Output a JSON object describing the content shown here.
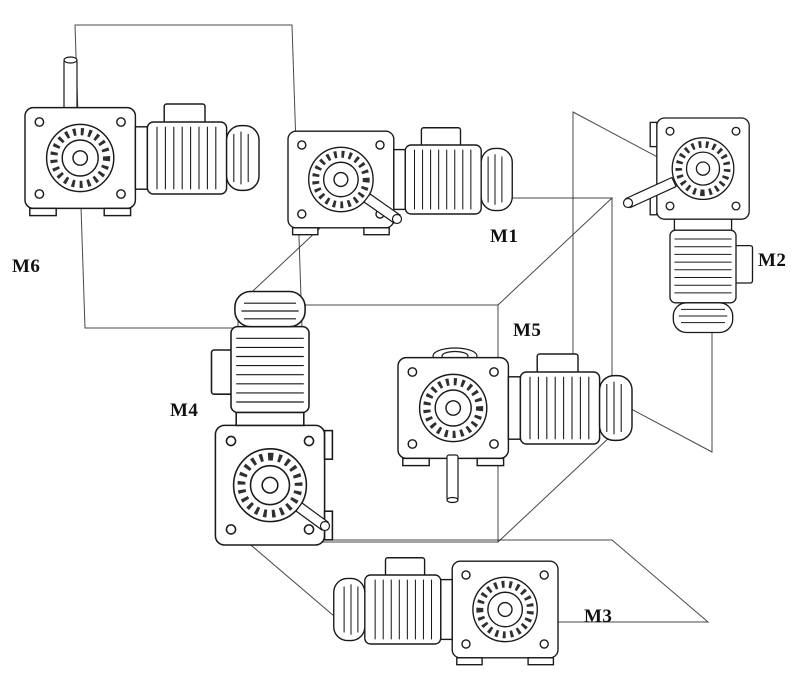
{
  "colors": {
    "ink": "#1a1a1a",
    "paper": "#ffffff"
  },
  "labels": [
    {
      "id": "m1",
      "text": "M1"
    },
    {
      "id": "m2",
      "text": "M2"
    },
    {
      "id": "m3",
      "text": "M3"
    },
    {
      "id": "m4",
      "text": "M4"
    },
    {
      "id": "m5",
      "text": "M5"
    },
    {
      "id": "m6",
      "text": "M6"
    }
  ]
}
